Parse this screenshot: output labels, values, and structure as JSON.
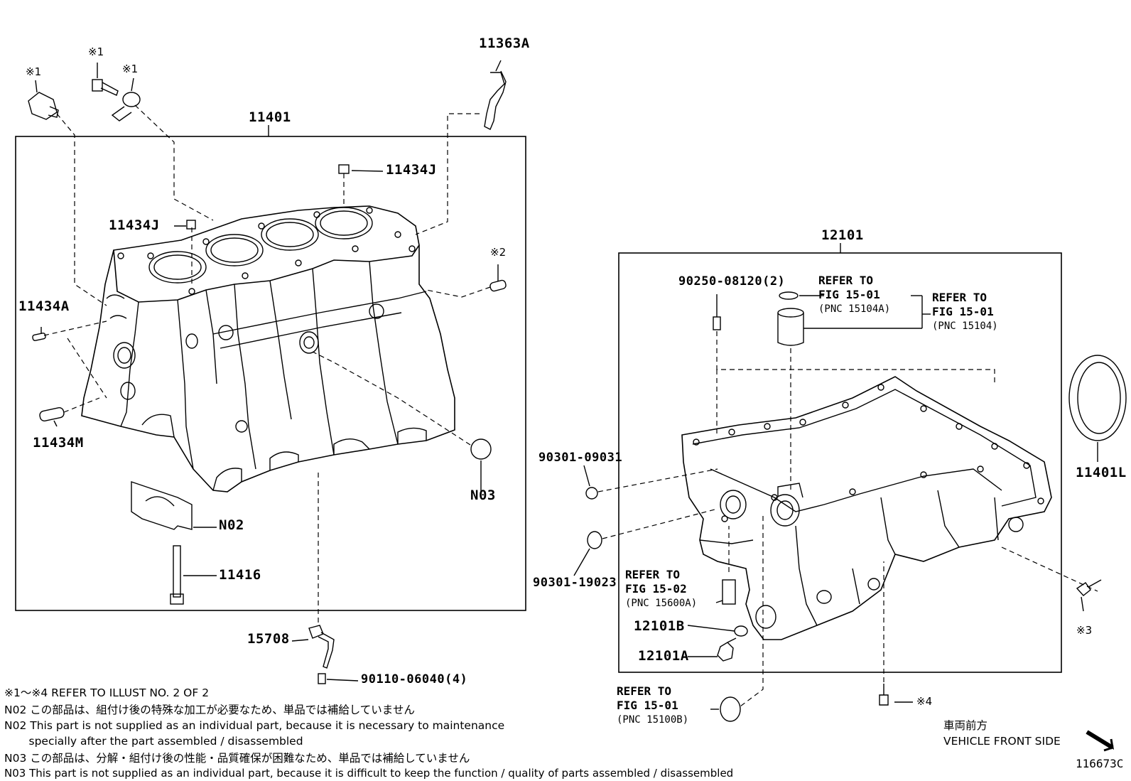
{
  "labels": {
    "p11363A": "11363A",
    "p11401": "11401",
    "p11434J_a": "11434J",
    "p11434J_b": "11434J",
    "p11434A": "11434A",
    "p11434M": "11434M",
    "pN02": "N02",
    "pN03": "N03",
    "p11416": "11416",
    "p15708": "15708",
    "p90110": "90110-06040(4)",
    "p12101": "12101",
    "p90250": "90250-08120(2)",
    "p90301_09031": "90301-09031",
    "p90301_19023": "90301-19023",
    "p11401L": "11401L",
    "p12101B": "12101B",
    "p12101A": "12101A"
  },
  "marks": {
    "m1a": "※1",
    "m1b": "※1",
    "m1c": "※1",
    "m2": "※2",
    "m3": "※3",
    "m4": "※4"
  },
  "refs": {
    "ref1_line1": "REFER TO",
    "ref1_line2": "FIG 15-01",
    "ref1_line3": "(PNC 15104A)",
    "ref2_line1": "REFER TO",
    "ref2_line2": "FIG 15-01",
    "ref2_line3": "(PNC 15104)",
    "ref3_line1": "REFER TO",
    "ref3_line2": "FIG 15-02",
    "ref3_line3": "(PNC 15600A)",
    "ref4_line1": "REFER TO",
    "ref4_line2": "FIG 15-01",
    "ref4_line3": "(PNC 15100B)"
  },
  "notes": {
    "n1": "※1～※4  REFER TO ILLUST NO. 2 OF 2",
    "n2": "N02  この部品は、組付け後の特殊な加工が必要なため、単品では補給していません",
    "n3": "N02  This part is not supplied as an individual part, because it is necessary to maintenance",
    "n4": "       specially after the part assembled / disassembled",
    "n5": "N03  この部品は、分解・組付け後の性能・品質確保が困難なため、単品では補給していません",
    "n6": "N03  This part is not supplied as an individual part, because it is difficult to keep the function / quality of parts  assembled / disassembled"
  },
  "front": {
    "jp": "車両前方",
    "en": "VEHICLE FRONT SIDE"
  },
  "illust_id": "116673C"
}
